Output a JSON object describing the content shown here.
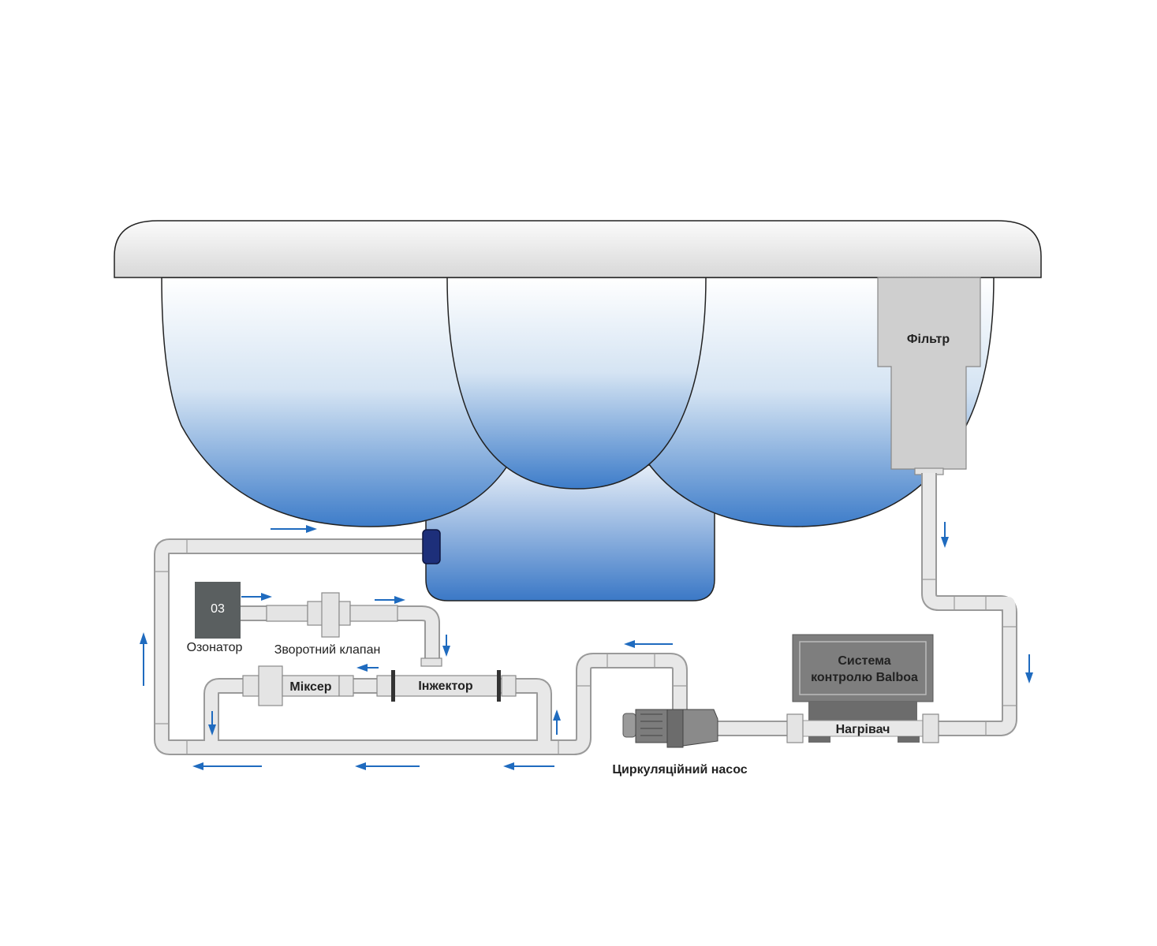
{
  "labels": {
    "filter": "Фільтр",
    "ozonator_box": "03",
    "ozonator": "Озонатор",
    "check_valve": "Зворотний клапан",
    "mixer": "Міксер",
    "injector": "Інжектор",
    "control_line1": "Система",
    "control_line2": "контролю Balboa",
    "heater": "Нагрівач",
    "pump": "Циркуляційний насос"
  },
  "colors": {
    "water_top": "#ffffff",
    "water_bottom": "#3d7cc9",
    "arrow": "#1f6bbf",
    "ozonator": "#5a5f60",
    "control_box": "#7a7a7a"
  }
}
